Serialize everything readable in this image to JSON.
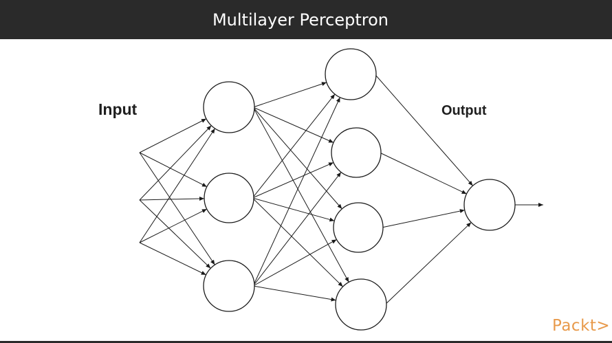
{
  "header": {
    "title": "Multilayer Perceptron"
  },
  "labels": {
    "input": "Input",
    "output": "Output"
  },
  "brand": {
    "logo_text": "Packt>",
    "logo_color": "#e89a4b"
  },
  "network": {
    "layers": [
      {
        "name": "input",
        "nodes": 3
      },
      {
        "name": "hidden-1",
        "nodes": 3
      },
      {
        "name": "hidden-2",
        "nodes": 4
      },
      {
        "name": "output",
        "nodes": 1
      }
    ]
  }
}
